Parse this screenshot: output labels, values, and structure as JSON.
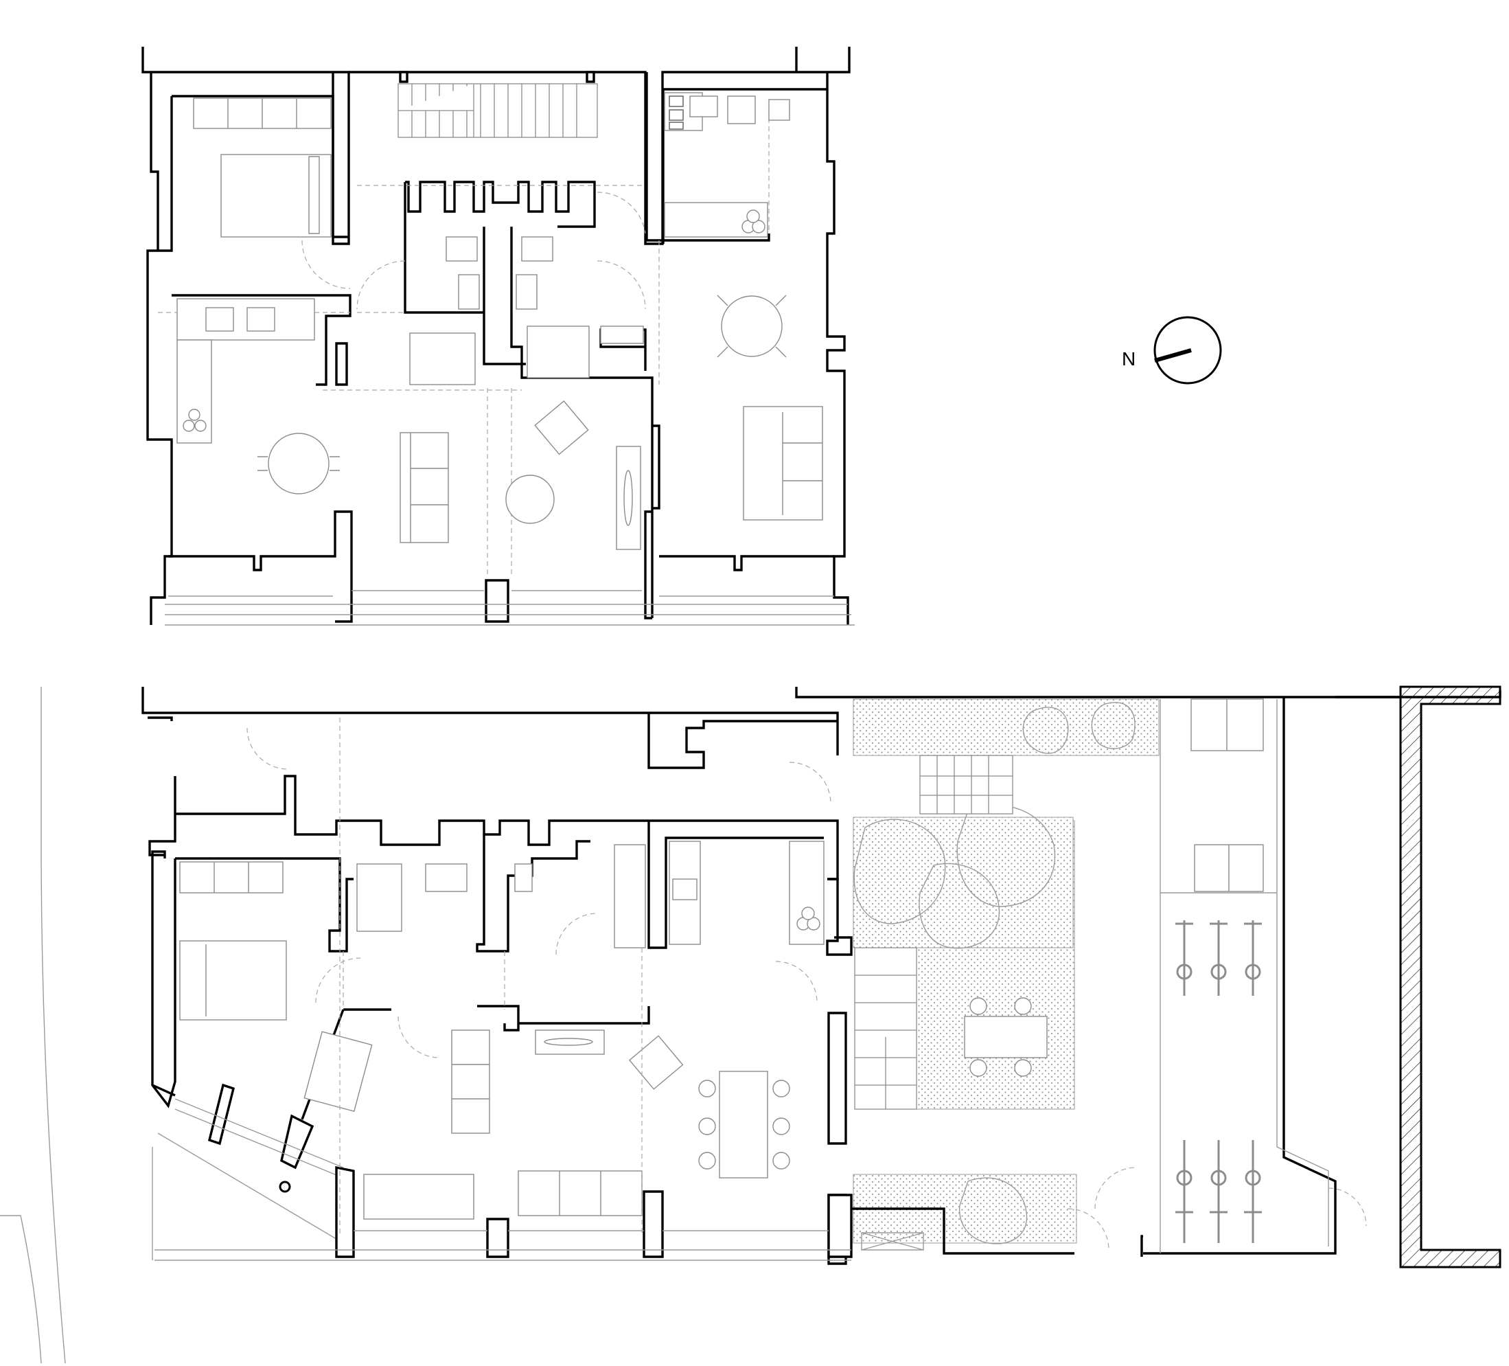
{
  "compass": {
    "label": "N",
    "icon": "north-arrow-icon"
  },
  "drawing": {
    "levels": [
      "upper-floor-plan",
      "ground-floor-plan"
    ],
    "colors": {
      "walls": "#000000",
      "furniture": "#8c8c8c",
      "paving_dots": "#9a9a9a",
      "background": "#ffffff"
    }
  }
}
